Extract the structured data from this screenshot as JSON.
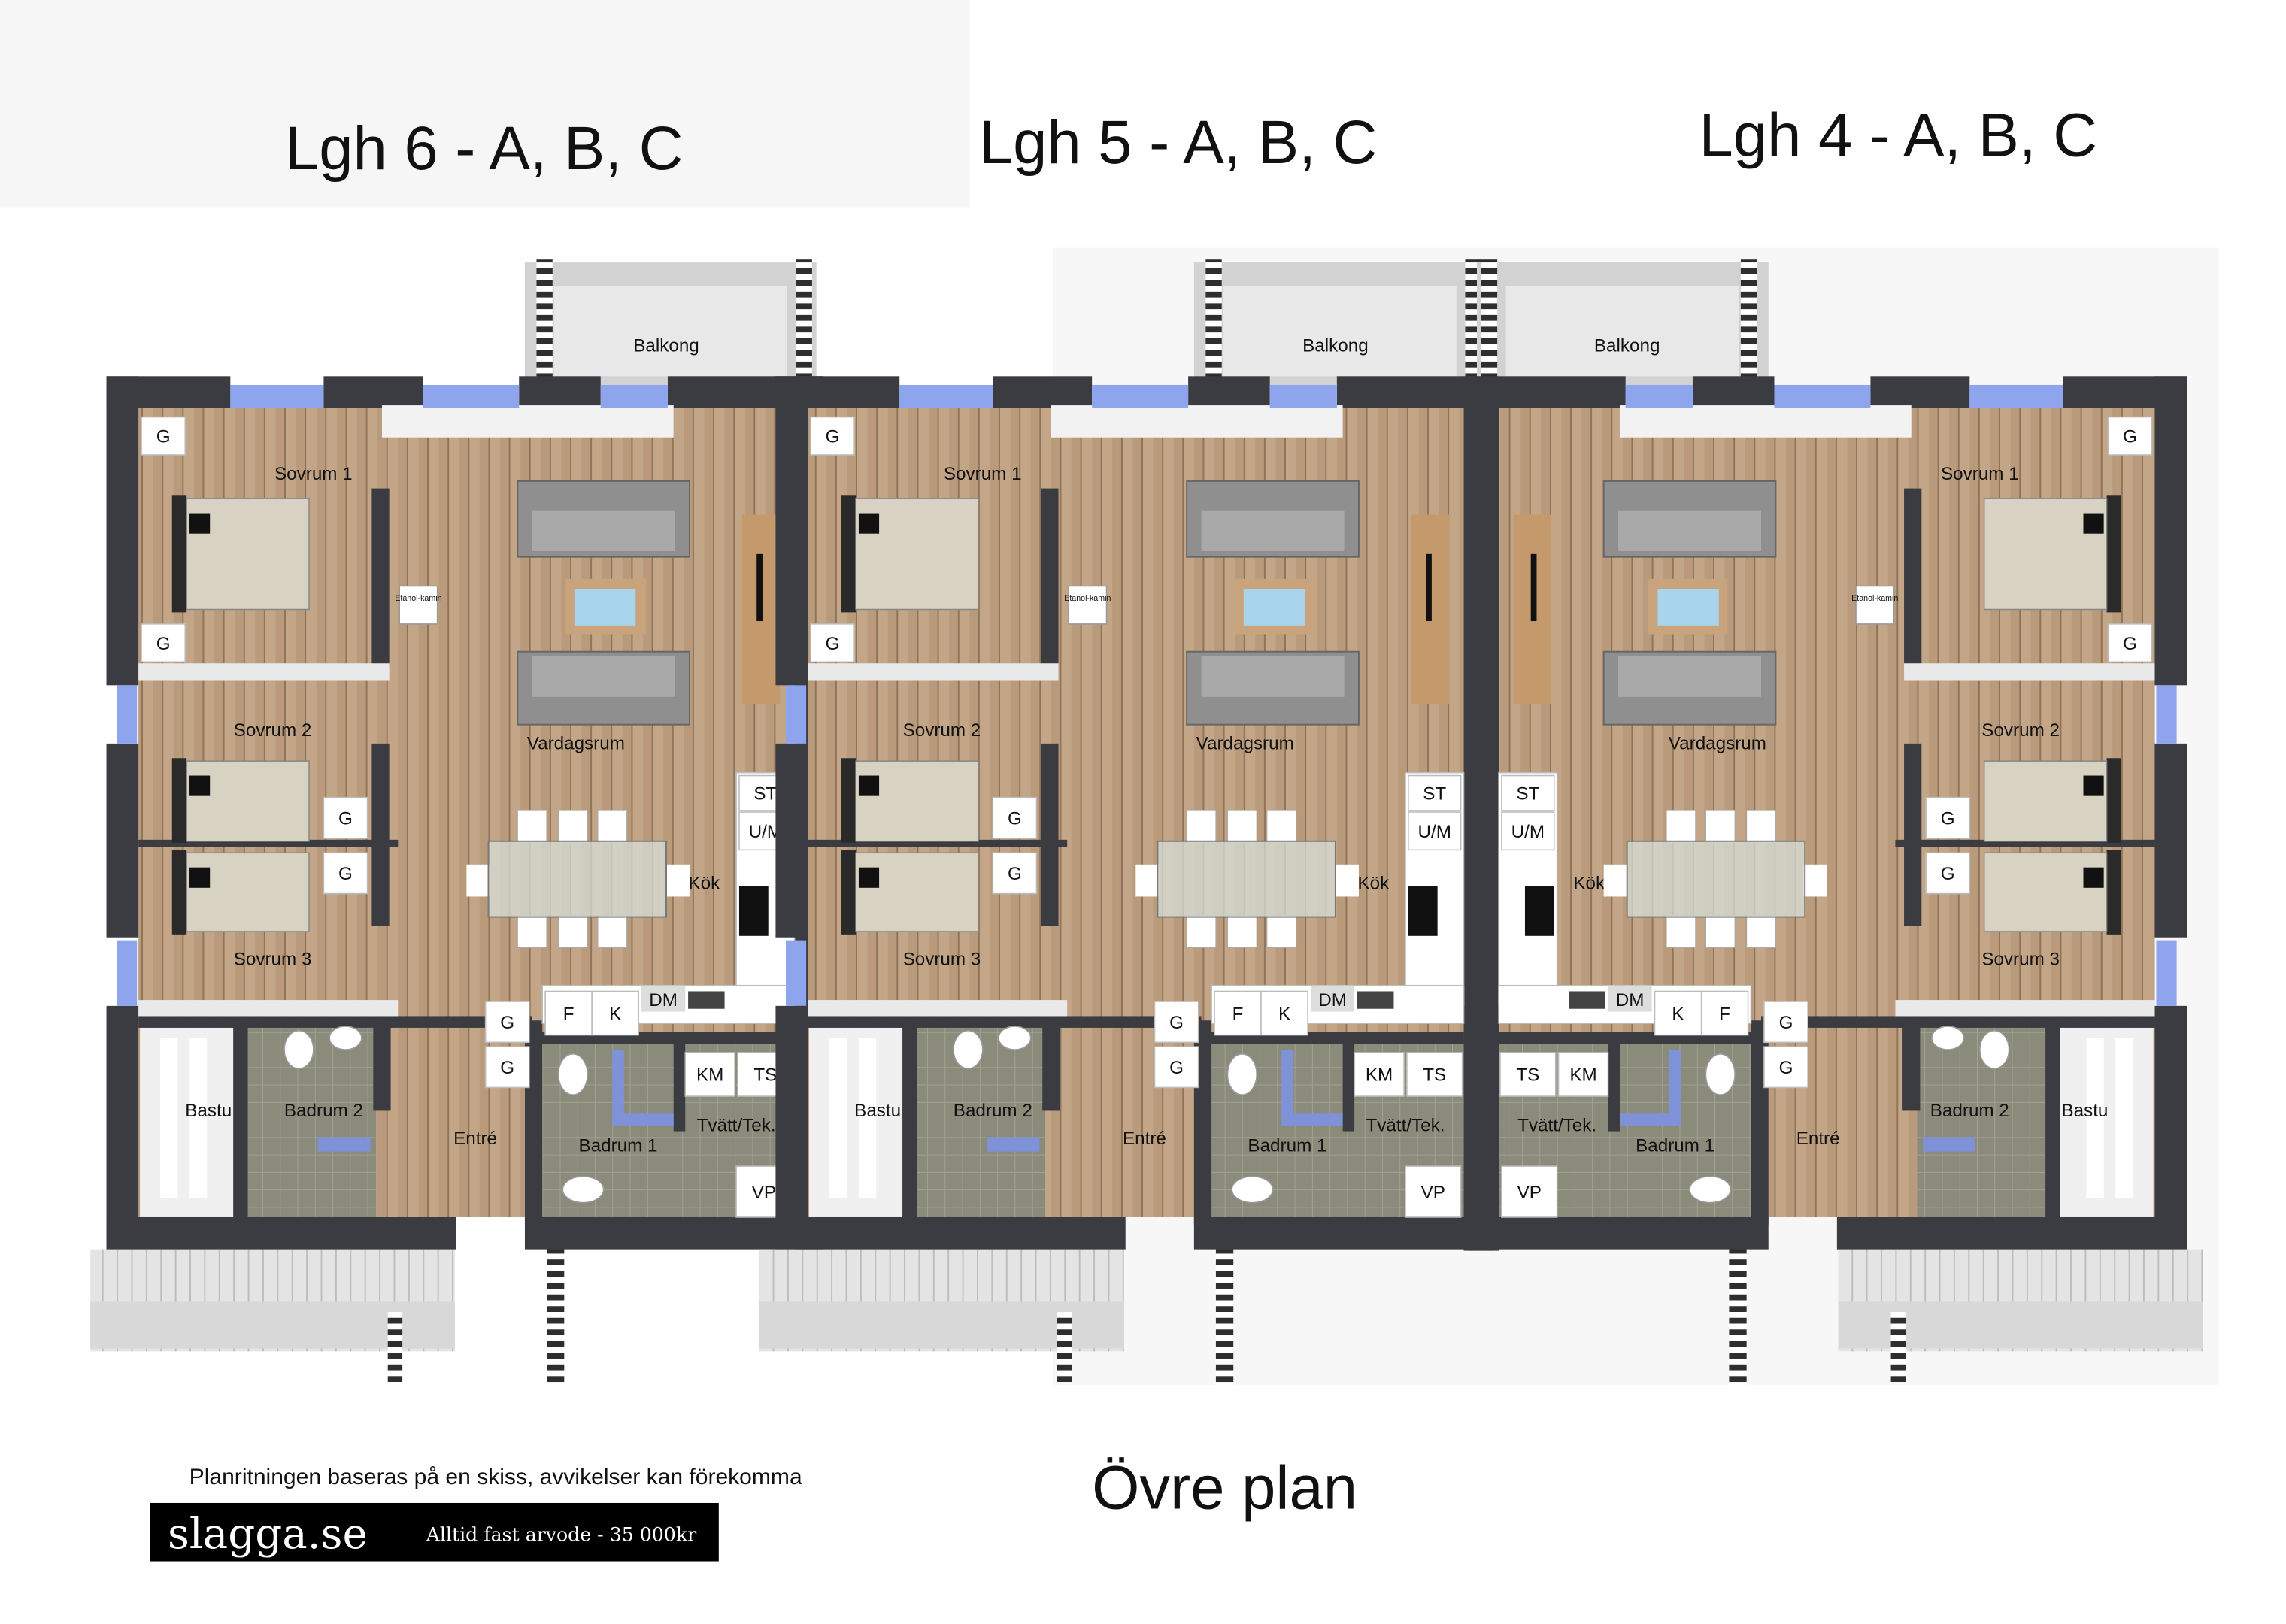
{
  "titles": [
    "Lgh 6 - A, B, C",
    "Lgh 5 - A, B, C",
    "Lgh 4 - A, B, C"
  ],
  "plan_title": "Övre plan",
  "disclaimer": "Planritningen baseras på en skiss, avvikelser kan förekomma",
  "logo": {
    "brand": "slagga.se",
    "tagline": "Alltid fast arvode  -  35 000kr"
  },
  "rooms": {
    "balcony": "Balkong",
    "bedroom1": "Sovrum 1",
    "bedroom2": "Sovrum 2",
    "bedroom3": "Sovrum 3",
    "living": "Vardagsrum",
    "kitchen": "Kök",
    "entrance": "Entré",
    "sauna": "Bastu",
    "bathroom1": "Badrum 1",
    "bathroom2": "Badrum 2",
    "laundry": "Tvätt/Tek."
  },
  "fixtures": {
    "wardrobe": "G",
    "stove_tower": "ST",
    "oven_microwave": "U/M",
    "dishwasher": "DM",
    "freezer": "F",
    "fridge": "K",
    "washing_machine": "KM",
    "dryer": "TS",
    "heat_pump": "VP",
    "fireplace": "Etanol-kamin"
  },
  "colors": {
    "wall": "#3b3c41",
    "floor": "#b99b7c",
    "window": "#8ea4ec",
    "tile": "#8b8b7c",
    "sofa": "#8f8f8f"
  }
}
